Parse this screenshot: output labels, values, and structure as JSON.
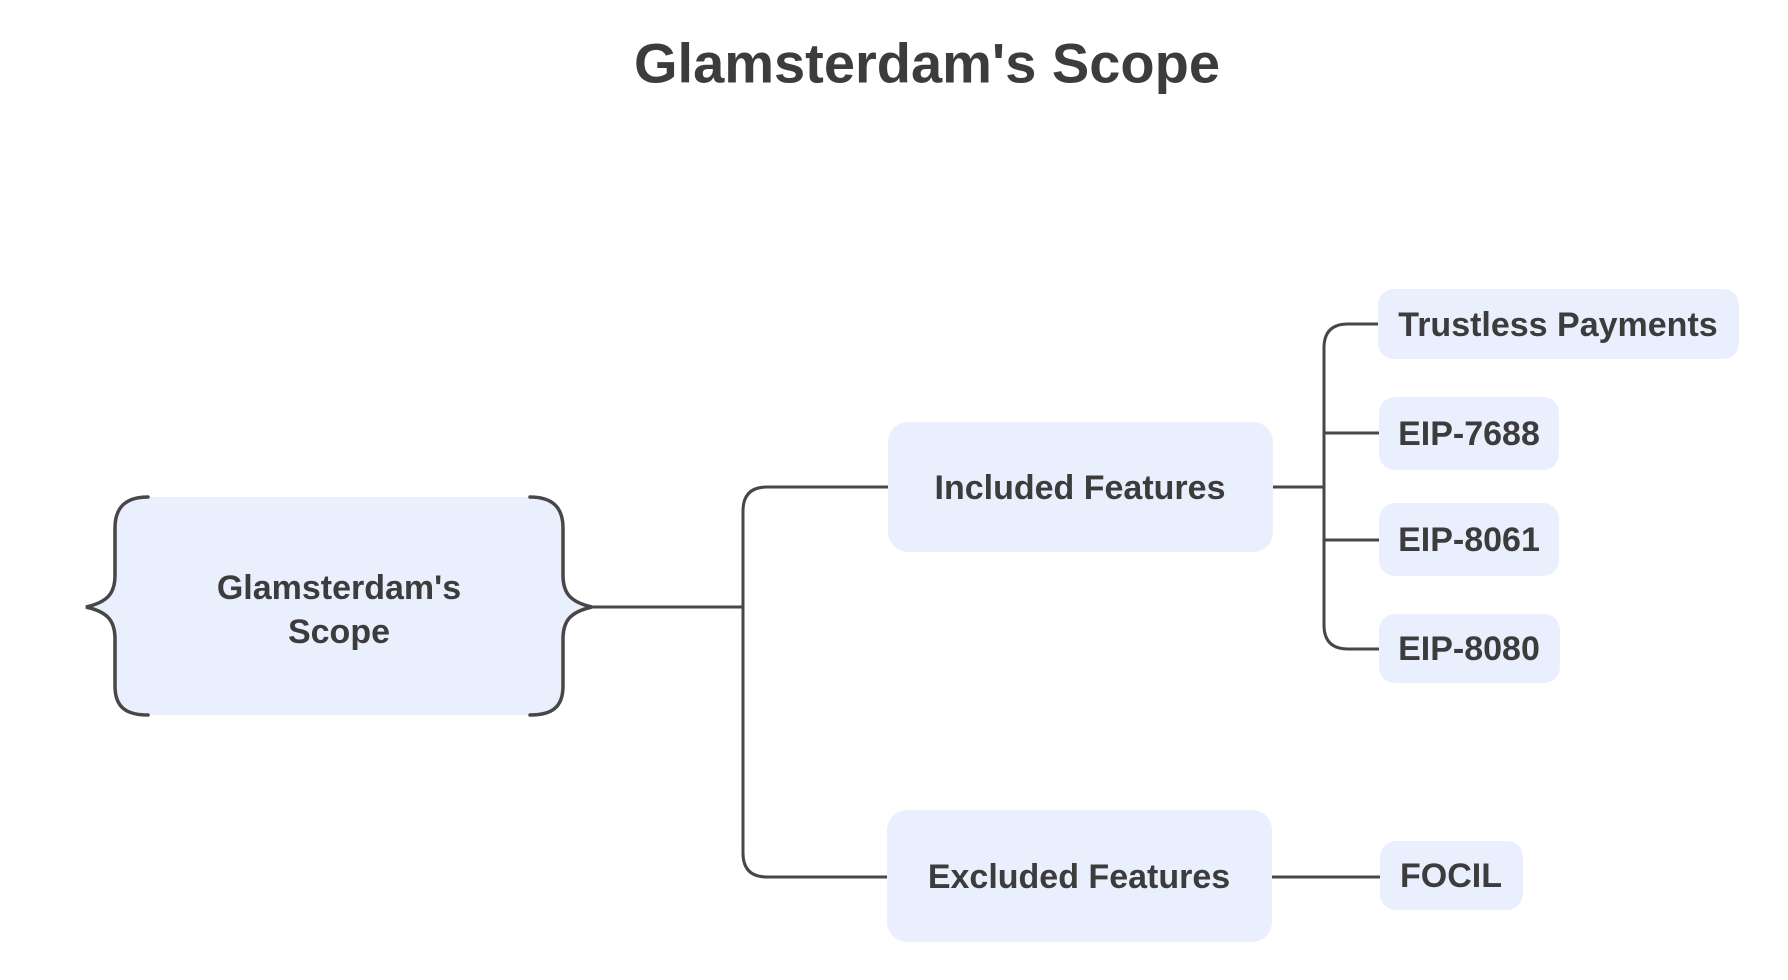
{
  "title": "Glamsterdam's Scope",
  "diagram": {
    "root": {
      "label_line1": "Glamsterdam's",
      "label_line2": "Scope"
    },
    "branches": [
      {
        "label": "Included Features",
        "children": [
          {
            "label": "Trustless Payments"
          },
          {
            "label": "EIP-7688"
          },
          {
            "label": "EIP-8061"
          },
          {
            "label": "EIP-8080"
          }
        ]
      },
      {
        "label": "Excluded Features",
        "children": [
          {
            "label": "FOCIL"
          }
        ]
      }
    ]
  },
  "colors": {
    "background": "#FFFFFF",
    "node_fill": "#E9EFFC",
    "edge": "#474747",
    "text": "#3C3C3C",
    "title_text": "#3C3C3C"
  }
}
